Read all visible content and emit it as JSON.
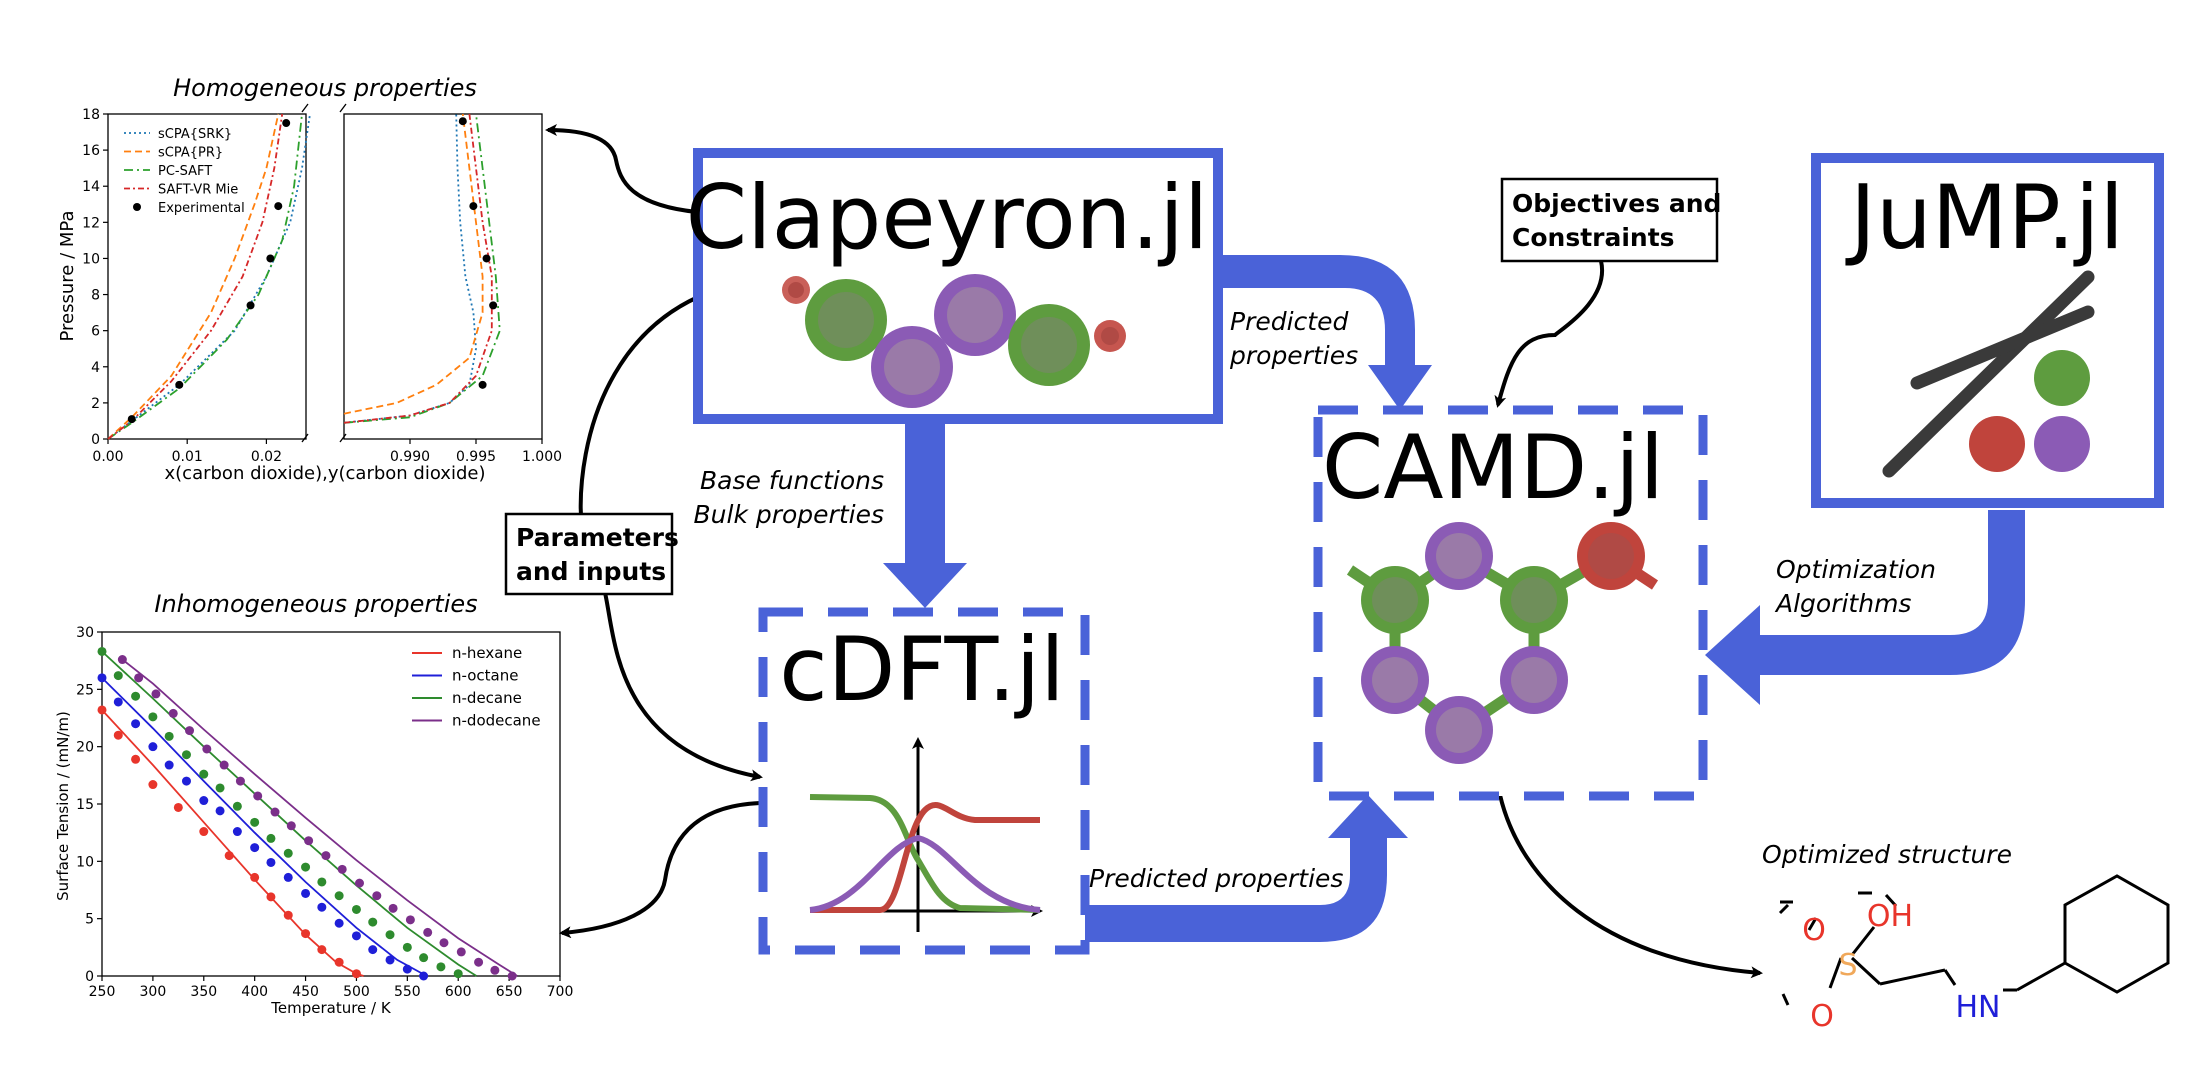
{
  "colors": {
    "block_blue": "#4a62d8",
    "green": "#5e9c3f",
    "purple": "#8b5bb5",
    "red": "#c0443c",
    "dark": "#3a3a3a",
    "hexane": "#e8352b",
    "octane": "#1f1fd8",
    "decane": "#2e8b2e",
    "dodecane": "#7b2f8a",
    "scpa_srk": "#1f77b4",
    "scpa_pr": "#ff7f0e",
    "pc_saft": "#2ca02c",
    "saft_vr": "#d62728",
    "sulfur": "#f0a85a",
    "oxygen": "#e8352b",
    "nitrogen": "#1f1fd8"
  },
  "blocks": {
    "clapeyron": "Clapeyron.jl",
    "jump": "JuMP.jl",
    "camd": "CAMD.jl",
    "cdft": "cDFT.jl"
  },
  "boxes": {
    "objectives": [
      "Objectives and",
      "Constraints"
    ],
    "parameters": [
      "Parameters",
      "and inputs"
    ]
  },
  "arrow_labels": {
    "predicted_top": [
      "Predicted",
      "properties"
    ],
    "base_functions": [
      "Base functions",
      "Bulk properties"
    ],
    "optimization": [
      "Optimization",
      "Algorithms"
    ],
    "predicted_bottom": "Predicted properties"
  },
  "molecule": {
    "title": "Optimized structure",
    "atoms": {
      "oxygen1": "O",
      "oxygen2": "O",
      "hydroxyl": "OH",
      "sulfur": "S",
      "amine": "HN"
    }
  },
  "chart_data": [
    {
      "type": "line",
      "title": "Homogeneous properties",
      "xlabel": "x(carbon dioxide),y(carbon dioxide)",
      "ylabel": "Pressure / MPa",
      "ylim": [
        0,
        18
      ],
      "yticks": [
        "0",
        "2",
        "4",
        "6",
        "8",
        "10",
        "12",
        "14",
        "16",
        "18"
      ],
      "left_xlim": [
        0.0,
        0.025
      ],
      "left_xticks": [
        "0.00",
        "0.01",
        "0.02"
      ],
      "right_xlim": [
        0.985,
        1.0
      ],
      "right_xticks": [
        "0.990",
        "0.995",
        "1.000"
      ],
      "legend_placement": "top-left",
      "series": [
        {
          "name": "sCPA{SRK}",
          "style": "dotted",
          "liquid": [
            [
              0.0,
              0.0
            ],
            [
              0.003,
              1.0
            ],
            [
              0.009,
              3.0
            ],
            [
              0.016,
              6.0
            ],
            [
              0.02,
              9.0
            ],
            [
              0.023,
              12.0
            ],
            [
              0.0245,
              15.0
            ],
            [
              0.0255,
              18.0
            ]
          ],
          "vapor": [
            [
              0.985,
              0.9
            ],
            [
              0.99,
              1.3
            ],
            [
              0.993,
              2.0
            ],
            [
              0.9945,
              3.0
            ],
            [
              0.995,
              5.0
            ],
            [
              0.9948,
              7.0
            ],
            [
              0.9942,
              9.0
            ],
            [
              0.9938,
              12.0
            ],
            [
              0.9936,
              15.0
            ],
            [
              0.9935,
              18.0
            ]
          ]
        },
        {
          "name": "sCPA{PR}",
          "style": "dashed",
          "liquid": [
            [
              0.0,
              0.0
            ],
            [
              0.003,
              1.2
            ],
            [
              0.008,
              3.5
            ],
            [
              0.013,
              7.0
            ],
            [
              0.016,
              10.0
            ],
            [
              0.0185,
              13.0
            ],
            [
              0.02,
              15.0
            ],
            [
              0.0215,
              18.0
            ]
          ],
          "vapor": [
            [
              0.985,
              1.4
            ],
            [
              0.989,
              2.0
            ],
            [
              0.992,
              3.0
            ],
            [
              0.9945,
              4.5
            ],
            [
              0.9955,
              7.0
            ],
            [
              0.9955,
              9.0
            ],
            [
              0.995,
              12.0
            ],
            [
              0.9945,
              15.0
            ],
            [
              0.994,
              18.0
            ]
          ]
        },
        {
          "name": "PC-SAFT",
          "style": "dashdot",
          "liquid": [
            [
              0.0,
              0.0
            ],
            [
              0.003,
              0.9
            ],
            [
              0.009,
              2.8
            ],
            [
              0.015,
              5.5
            ],
            [
              0.019,
              8.0
            ],
            [
              0.022,
              11.0
            ],
            [
              0.0235,
              14.0
            ],
            [
              0.0245,
              18.0
            ]
          ],
          "vapor": [
            [
              0.985,
              0.9
            ],
            [
              0.99,
              1.2
            ],
            [
              0.993,
              2.0
            ],
            [
              0.9955,
              3.5
            ],
            [
              0.9968,
              6.0
            ],
            [
              0.9965,
              9.0
            ],
            [
              0.996,
              12.0
            ],
            [
              0.9955,
              15.0
            ],
            [
              0.995,
              18.0
            ]
          ]
        },
        {
          "name": "SAFT-VR Mie",
          "style": "dashdot2",
          "liquid": [
            [
              0.0,
              0.0
            ],
            [
              0.003,
              1.0
            ],
            [
              0.008,
              3.2
            ],
            [
              0.013,
              6.0
            ],
            [
              0.017,
              9.0
            ],
            [
              0.0195,
              12.0
            ],
            [
              0.021,
              15.0
            ],
            [
              0.022,
              18.0
            ]
          ],
          "vapor": [
            [
              0.985,
              0.9
            ],
            [
              0.99,
              1.3
            ],
            [
              0.993,
              2.0
            ],
            [
              0.995,
              3.5
            ],
            [
              0.9962,
              6.0
            ],
            [
              0.9962,
              9.0
            ],
            [
              0.9955,
              12.0
            ],
            [
              0.995,
              15.0
            ],
            [
              0.9945,
              18.0
            ]
          ]
        }
      ],
      "experimental": {
        "name": "Experimental",
        "liquid": [
          [
            0.003,
            1.1
          ],
          [
            0.009,
            3.0
          ],
          [
            0.018,
            7.4
          ],
          [
            0.0205,
            10.0
          ],
          [
            0.0215,
            12.9
          ],
          [
            0.0225,
            17.5
          ]
        ],
        "vapor": [
          [
            0.9955,
            3.0
          ],
          [
            0.9963,
            7.4
          ],
          [
            0.9958,
            10.0
          ],
          [
            0.9948,
            12.9
          ],
          [
            0.994,
            17.6
          ]
        ]
      }
    },
    {
      "type": "line",
      "title": "Inhomogeneous properties",
      "xlabel": "Temperature / K",
      "ylabel": "Surface Tension / (mN/m)",
      "xlim": [
        250,
        700
      ],
      "ylim": [
        0,
        30
      ],
      "xticks": [
        "250",
        "300",
        "350",
        "400",
        "450",
        "500",
        "550",
        "600",
        "650",
        "700"
      ],
      "yticks": [
        "0",
        "5",
        "10",
        "15",
        "20",
        "25",
        "30"
      ],
      "legend_placement": "top-right",
      "series": [
        {
          "name": "n-hexane",
          "Tc": 507,
          "lines": [
            [
              250,
              23.2
            ],
            [
              300,
              18.4
            ],
            [
              350,
              13.4
            ],
            [
              400,
              8.4
            ],
            [
              450,
              3.6
            ],
            [
              480,
              1.2
            ],
            [
              500,
              0.2
            ],
            [
              507,
              0
            ]
          ],
          "points": [
            [
              250,
              23.2
            ],
            [
              266,
              21.0
            ],
            [
              283,
              18.9
            ],
            [
              300,
              16.7
            ],
            [
              325,
              14.7
            ],
            [
              350,
              12.6
            ],
            [
              375,
              10.5
            ],
            [
              400,
              8.6
            ],
            [
              416,
              6.9
            ],
            [
              433,
              5.3
            ],
            [
              450,
              3.7
            ],
            [
              466,
              2.3
            ],
            [
              483,
              1.2
            ],
            [
              500,
              0.2
            ]
          ]
        },
        {
          "name": "n-octane",
          "Tc": 569,
          "lines": [
            [
              250,
              26.0
            ],
            [
              300,
              21.6
            ],
            [
              350,
              17.0
            ],
            [
              400,
              12.5
            ],
            [
              450,
              8.2
            ],
            [
              500,
              4.2
            ],
            [
              540,
              1.4
            ],
            [
              569,
              0
            ]
          ],
          "points": [
            [
              250,
              26.0
            ],
            [
              266,
              23.9
            ],
            [
              283,
              22.0
            ],
            [
              300,
              20.0
            ],
            [
              316,
              18.4
            ],
            [
              333,
              17.0
            ],
            [
              350,
              15.3
            ],
            [
              366,
              14.4
            ],
            [
              383,
              12.6
            ],
            [
              400,
              11.2
            ],
            [
              416,
              9.9
            ],
            [
              433,
              8.6
            ],
            [
              450,
              7.2
            ],
            [
              466,
              6.0
            ],
            [
              483,
              4.6
            ],
            [
              500,
              3.5
            ],
            [
              516,
              2.3
            ],
            [
              533,
              1.4
            ],
            [
              550,
              0.6
            ],
            [
              566,
              0
            ]
          ]
        },
        {
          "name": "n-decane",
          "Tc": 618,
          "lines": [
            [
              250,
              28.3
            ],
            [
              300,
              24.2
            ],
            [
              350,
              20.0
            ],
            [
              400,
              15.9
            ],
            [
              450,
              11.8
            ],
            [
              500,
              7.9
            ],
            [
              550,
              4.2
            ],
            [
              600,
              1.0
            ],
            [
              618,
              0
            ]
          ],
          "points": [
            [
              250,
              28.3
            ],
            [
              266,
              26.2
            ],
            [
              283,
              24.4
            ],
            [
              300,
              22.6
            ],
            [
              316,
              20.9
            ],
            [
              333,
              19.3
            ],
            [
              350,
              17.6
            ],
            [
              366,
              16.4
            ],
            [
              383,
              14.8
            ],
            [
              400,
              13.4
            ],
            [
              416,
              12.0
            ],
            [
              433,
              10.7
            ],
            [
              450,
              9.5
            ],
            [
              466,
              8.2
            ],
            [
              483,
              7.0
            ],
            [
              500,
              5.8
            ],
            [
              516,
              4.7
            ],
            [
              533,
              3.6
            ],
            [
              550,
              2.5
            ],
            [
              566,
              1.6
            ],
            [
              583,
              0.8
            ],
            [
              600,
              0.2
            ]
          ]
        },
        {
          "name": "n-dodecane",
          "Tc": 658,
          "lines": [
            [
              270,
              27.6
            ],
            [
              300,
              25.5
            ],
            [
              350,
              21.5
            ],
            [
              400,
              17.6
            ],
            [
              450,
              13.8
            ],
            [
              500,
              10.1
            ],
            [
              550,
              6.6
            ],
            [
              600,
              3.3
            ],
            [
              640,
              1.0
            ],
            [
              658,
              0
            ]
          ],
          "points": [
            [
              270,
              27.6
            ],
            [
              286,
              26.0
            ],
            [
              303,
              24.6
            ],
            [
              320,
              22.9
            ],
            [
              336,
              21.4
            ],
            [
              353,
              19.8
            ],
            [
              370,
              18.4
            ],
            [
              386,
              17.0
            ],
            [
              403,
              15.7
            ],
            [
              420,
              14.3
            ],
            [
              436,
              13.1
            ],
            [
              453,
              11.8
            ],
            [
              470,
              10.5
            ],
            [
              486,
              9.3
            ],
            [
              503,
              8.1
            ],
            [
              520,
              7.0
            ],
            [
              536,
              5.9
            ],
            [
              553,
              4.9
            ],
            [
              570,
              3.8
            ],
            [
              586,
              2.9
            ],
            [
              603,
              2.1
            ],
            [
              620,
              1.2
            ],
            [
              636,
              0.5
            ],
            [
              653,
              0
            ]
          ]
        }
      ]
    }
  ]
}
